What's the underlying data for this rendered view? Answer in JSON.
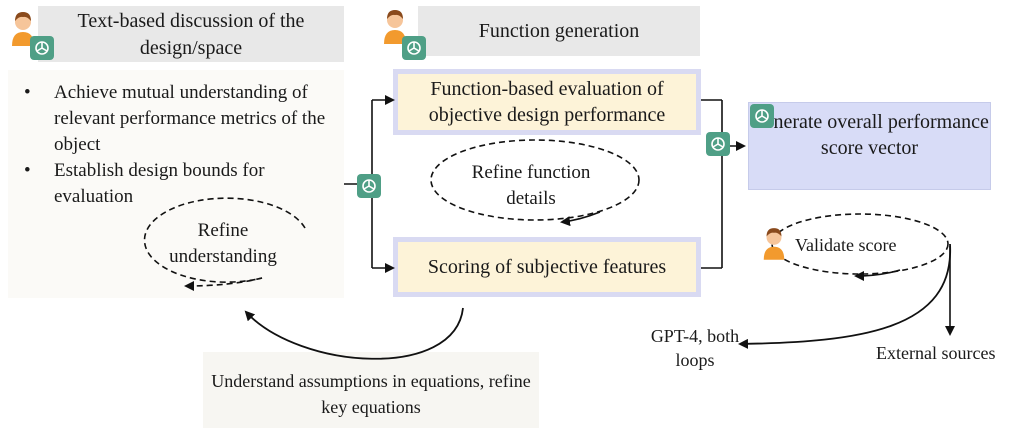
{
  "left_header": "Text-based discussion of the design/space",
  "left_bullets": [
    "Achieve mutual understanding of relevant performance metrics of the object",
    "Establish design bounds for evaluation"
  ],
  "left_loop_label": "Refine understanding",
  "mid_header": "Function generation",
  "function_box": "Function-based evaluation of objective design performance",
  "function_loop_label": "Refine function details",
  "subjective_box": "Scoring of subjective features",
  "score_box": "Generate overall performance score vector",
  "validate_label": "Validate score",
  "gpt4_label": "GPT-4, both loops",
  "external_label": "External sources",
  "bottom_box": "Understand assumptions in equations, refine key equations",
  "icons": [
    "person-icon",
    "chatgpt-icon"
  ],
  "colors": {
    "header_bg": "#e8e8e8",
    "function_fill": "#fdf3d8",
    "function_border": "#d9daf2",
    "score_fill": "#d8dcf7",
    "gpt_green": "#4f9f86",
    "person_orange": "#f29a2e"
  }
}
